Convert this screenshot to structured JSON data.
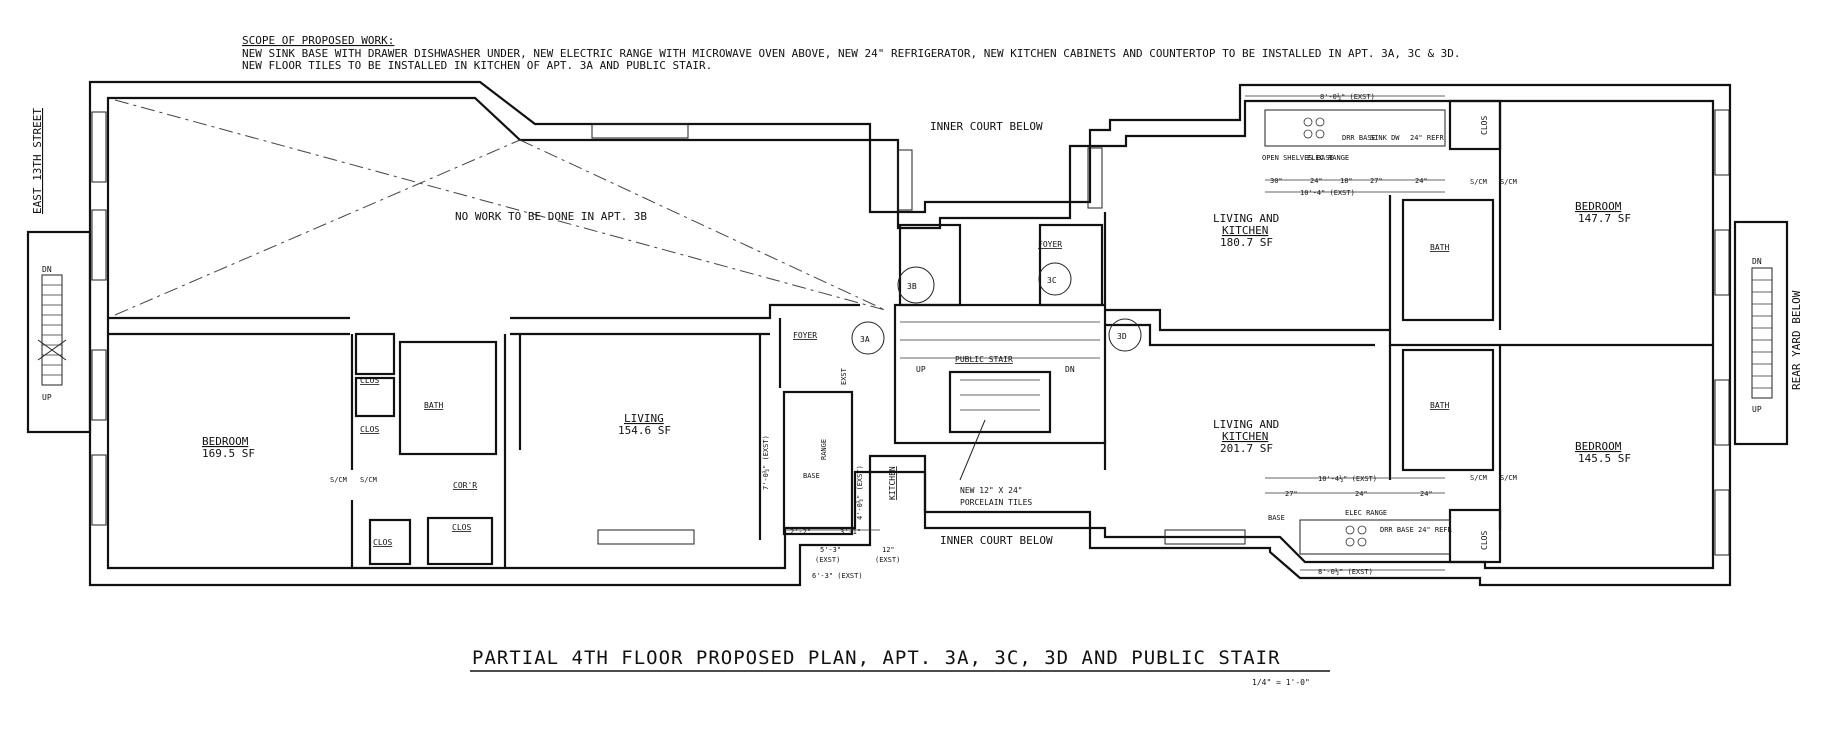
{
  "scope": {
    "heading": "SCOPE OF PROPOSED WORK:",
    "line1": "NEW SINK BASE WITH DRAWER DISHWASHER UNDER, NEW ELECTRIC RANGE WITH MICROWAVE OVEN ABOVE, NEW 24\" REFRIGERATOR, NEW KITCHEN CABINETS AND COUNTERTOP TO BE INSTALLED IN APT. 3A, 3C & 3D.",
    "line2": "NEW FLOOR TILES TO BE INSTALLED IN KITCHEN OF APT. 3A AND PUBLIC STAIR."
  },
  "street": "EAST 13TH STREET",
  "rear_yard": "REAR YARD BELOW",
  "stairs": {
    "dn": "DN",
    "up": "UP"
  },
  "court_top": "INNER COURT BELOW",
  "court_bottom": "INNER COURT BELOW",
  "no_work": "NO WORK TO BE DONE IN APT. 3B",
  "apt3a": {
    "bedroom": "BEDROOM",
    "bedroom_area": "169.5 SF",
    "clos": "CLOS",
    "bath": "BATH",
    "corr": "COR'R",
    "living": "LIVING",
    "living_area": "154.6 SF",
    "foyer": "FOYER",
    "tag": "3A",
    "kitchen": "KITCHEN",
    "scm": "S/CM",
    "exst": "EXST",
    "base": "BASE",
    "range": "RANGE",
    "dim_7": "7'-0½\" (EXST)",
    "dim_4": "4'-0½\" (EXST)",
    "dim_2_2": "2'-2\"",
    "dim_3_1": "3'-1\"",
    "dim_5_3": "5'-3\"",
    "dim_12": "12\"",
    "dim_exst": "(EXST)",
    "dim_6_3": "6'-3\" (EXST)"
  },
  "apt3c": {
    "foyer": "FOYER",
    "tag": "3C",
    "living": "LIVING AND",
    "living2": "KITCHEN",
    "living_area": "180.7 SF",
    "bedroom": "BEDROOM",
    "bedroom_area": "147.7 SF",
    "bath": "BATH",
    "clos": "CLOS",
    "dim_top": "8'-0½\" (EXST)",
    "dim_bot": "10'-4\" (EXST)",
    "open_shelves": "OPEN SHELVES BASE",
    "elec_range": "ELEC RANGE",
    "drr_base": "DRR BASE",
    "sink": "SINK DW",
    "refr": "24\" REFR",
    "d30": "30\"",
    "d24": "24\"",
    "d18": "18\"",
    "d27": "27\"",
    "d24b": "24\"",
    "scm": "S/CM"
  },
  "apt3b": {
    "tag": "3B"
  },
  "apt3d": {
    "tag": "3D",
    "living": "LIVING AND",
    "living2": "KITCHEN",
    "living_area": "201.7 SF",
    "bedroom": "BEDROOM",
    "bedroom_area": "145.5 SF",
    "bath": "BATH",
    "clos": "CLOS",
    "dim_top": "10'-4½\" (EXST)",
    "dim_bot": "8'-0½\" (EXST)",
    "elec_range": "ELEC RANGE",
    "drr_base": "DRR BASE",
    "base": "BASE",
    "refr": "24\" REFR",
    "d27": "27\"",
    "d24": "24\"",
    "scm": "S/CM"
  },
  "stair": {
    "label": "PUBLIC STAIR",
    "up": "UP",
    "dn": "DN"
  },
  "tiles_note": {
    "line1": "NEW 12\" X 24\"",
    "line2": "PORCELAIN TILES"
  },
  "title": "PARTIAL 4TH FLOOR PROPOSED PLAN, APT. 3A, 3C, 3D AND PUBLIC STAIR",
  "scale": "1/4\" = 1'-0\""
}
